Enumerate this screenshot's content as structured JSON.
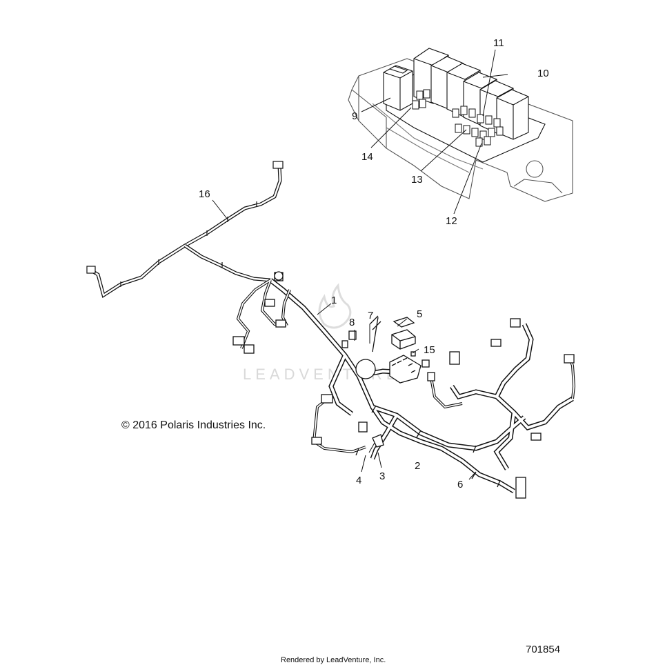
{
  "diagram": {
    "callouts": [
      "1",
      "2",
      "3",
      "4",
      "5",
      "6",
      "7",
      "8",
      "9",
      "10",
      "11",
      "12",
      "13",
      "14",
      "15",
      "16"
    ],
    "copyright": "© 2016 Polaris Industries Inc.",
    "watermark": "LEADVENTURE",
    "footer": "Rendered by LeadVenture, Inc.",
    "drawing_number": "701854"
  },
  "colors": {
    "line": "#111111",
    "watermark": "#d9d9d9"
  }
}
